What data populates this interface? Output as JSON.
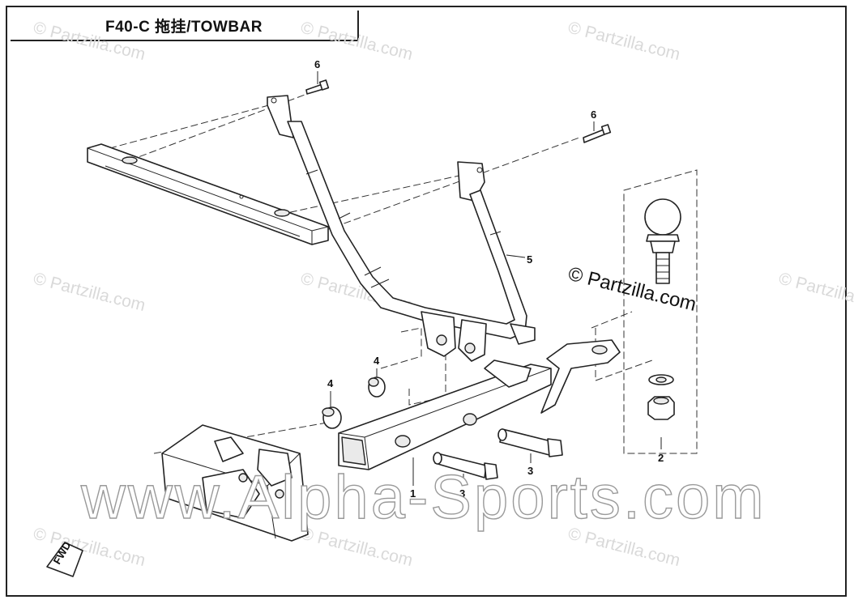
{
  "title": "F40-C 拖挂/TOWBAR",
  "watermark_small": "© Partzilla.com",
  "watermark_large": "www.Alpha-Sports.com",
  "callouts": [
    "1",
    "2",
    "3",
    "3",
    "4",
    "4",
    "5",
    "6",
    "6"
  ],
  "fwd_label": "FWD"
}
